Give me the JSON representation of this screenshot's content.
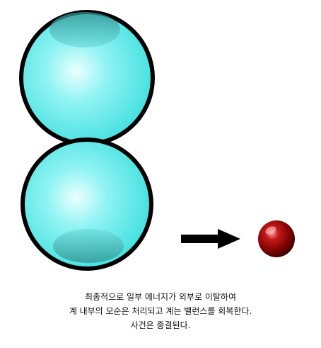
{
  "diagram": {
    "colors": {
      "bubble_fill": "#48e6e6",
      "bubble_highlight": "#eaffff",
      "bubble_outline": "#000000",
      "arrow": "#000000",
      "particle": "#8a0000",
      "particle_highlight": "#ff8080"
    },
    "elements": [
      "upper-bubble",
      "lower-bubble",
      "right-arrow",
      "released-particle"
    ]
  },
  "caption": {
    "lines": [
      "최종적으로 일부 에너지가 외부로 이탈하여",
      "계 내부의 모순은 처리되고 계는 밸런스를 회복한다.",
      "사건은 종결된다."
    ]
  }
}
